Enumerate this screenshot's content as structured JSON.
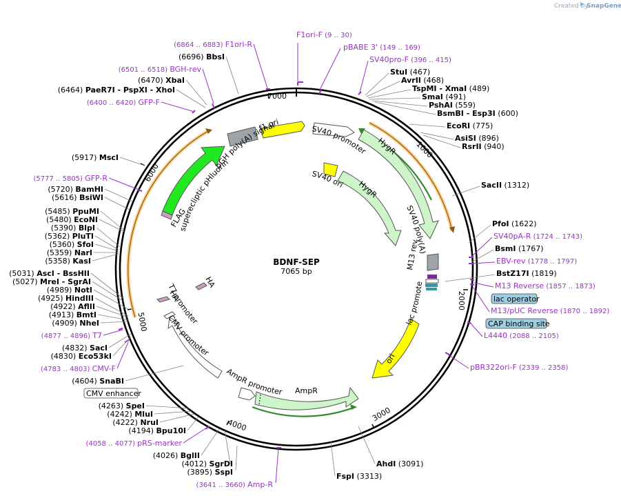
{
  "header": {
    "created_by": "Created by",
    "brand": "SnapGene"
  },
  "plasmid": {
    "name": "BDNF-SEP",
    "length": "7065 bp"
  },
  "ticks": [
    "1000",
    "2000",
    "3000",
    "4000",
    "5000",
    "6000",
    "7000"
  ],
  "features": [
    {
      "id": "bgh",
      "label": "bGH poly(A) signal"
    },
    {
      "id": "f1ori",
      "label": "f1 ori"
    },
    {
      "id": "sv40prom",
      "label": "SV40 promoter"
    },
    {
      "id": "hygr_out",
      "label": "HygR"
    },
    {
      "id": "hygr_in",
      "label": "HygR"
    },
    {
      "id": "sv40ori",
      "label": "SV40 ori"
    },
    {
      "id": "sv40pa",
      "label": "SV40 poly(A) signal"
    },
    {
      "id": "m13rev",
      "label": "M13 rev"
    },
    {
      "id": "lacprom",
      "label": "lac promoter"
    },
    {
      "id": "ori",
      "label": "ori"
    },
    {
      "id": "ampr",
      "label": "AmpR"
    },
    {
      "id": "ampprom",
      "label": "AmpR promoter"
    },
    {
      "id": "cmvprom",
      "label": "CMV promoter"
    },
    {
      "id": "t7prom",
      "label": "T7 promoter"
    },
    {
      "id": "ha1",
      "label": "HA"
    },
    {
      "id": "ha2",
      "label": "HA"
    },
    {
      "id": "phluorin",
      "label": "superecliptic pHluorin"
    },
    {
      "id": "flag",
      "label": "FLAG"
    }
  ],
  "boxed": [
    {
      "id": "lacop",
      "label": "lac operator"
    },
    {
      "id": "cap",
      "label": "CAP binding site"
    },
    {
      "id": "cmvenh",
      "label": "CMV enhancer"
    }
  ],
  "labels": [
    {
      "id": "f1orif",
      "pre": "",
      "name": "F1ori-F",
      "post": "  (9 .. 30)",
      "primer": true
    },
    {
      "id": "pbabe",
      "pre": "",
      "name": "pBABE 3'",
      "post": "  (149 .. 169)",
      "primer": true
    },
    {
      "id": "sv40prof",
      "pre": "",
      "name": "SV40pro-F",
      "post": "  (396 .. 415)",
      "primer": true
    },
    {
      "id": "stui",
      "pre": "",
      "name": "StuI",
      "post": "  (467)"
    },
    {
      "id": "avrii",
      "pre": "",
      "name": "AvrII",
      "post": "  (468)"
    },
    {
      "id": "tspmi",
      "pre": "",
      "name": "TspMI - XmaI",
      "post": "  (489)"
    },
    {
      "id": "smai",
      "pre": "",
      "name": "SmaI",
      "post": "  (491)"
    },
    {
      "id": "pshai",
      "pre": "",
      "name": "PshAI",
      "post": "  (559)"
    },
    {
      "id": "bsmbi",
      "pre": "",
      "name": "BsmBI - Esp3I",
      "post": "  (600)"
    },
    {
      "id": "ecori",
      "pre": "",
      "name": "EcoRI",
      "post": "  (775)"
    },
    {
      "id": "asisi",
      "pre": "",
      "name": "AsiSI",
      "post": "  (896)"
    },
    {
      "id": "rsrii",
      "pre": "",
      "name": "RsrII",
      "post": "  (940)"
    },
    {
      "id": "sacii",
      "pre": "",
      "name": "SacII",
      "post": "  (1312)"
    },
    {
      "id": "pfoi",
      "pre": "",
      "name": "PfoI",
      "post": "  (1622)"
    },
    {
      "id": "sv40par",
      "pre": "",
      "name": "SV40pA-R",
      "post": "  (1724 .. 1743)",
      "primer": true
    },
    {
      "id": "bsmi",
      "pre": "",
      "name": "BsmI",
      "post": "  (1767)"
    },
    {
      "id": "ebvrev",
      "pre": "",
      "name": "EBV-rev",
      "post": "  (1778 .. 1797)",
      "primer": true
    },
    {
      "id": "bstz17i",
      "pre": "",
      "name": "BstZ17I",
      "post": "  (1819)"
    },
    {
      "id": "m13r",
      "pre": "",
      "name": "M13 Reverse",
      "post": "  (1857 .. 1873)",
      "primer": true
    },
    {
      "id": "m13puc",
      "pre": "",
      "name": "M13/pUC Reverse",
      "post": "  (1870 .. 1892)",
      "primer": true
    },
    {
      "id": "l4440",
      "pre": "",
      "name": "L4440",
      "post": "  (2088 .. 2105)",
      "primer": true
    },
    {
      "id": "pbr322",
      "pre": "",
      "name": "pBR322ori-F",
      "post": "  (2339 .. 2358)",
      "primer": true
    },
    {
      "id": "ahdi",
      "pre": "",
      "name": "AhdI",
      "post": "  (3091)"
    },
    {
      "id": "fspi",
      "pre": "",
      "name": "FspI",
      "post": "  (3313)"
    },
    {
      "id": "ampr_p",
      "pre": "(3641 .. 3660)  ",
      "name": "Amp-R",
      "post": "",
      "primer": true
    },
    {
      "id": "sspi",
      "pre": "(3895)  ",
      "name": "SspI",
      "post": ""
    },
    {
      "id": "sgrdi",
      "pre": "(4012)  ",
      "name": "SgrDI",
      "post": ""
    },
    {
      "id": "bglii",
      "pre": "(4026)  ",
      "name": "BglII",
      "post": ""
    },
    {
      "id": "prs",
      "pre": "(4058 .. 4077)  ",
      "name": "pRS-marker",
      "post": "",
      "primer": true
    },
    {
      "id": "bpu10i",
      "pre": "(4194)  ",
      "name": "Bpu10I",
      "post": ""
    },
    {
      "id": "nrui",
      "pre": "(4222)  ",
      "name": "NruI",
      "post": ""
    },
    {
      "id": "mlui",
      "pre": "(4242)  ",
      "name": "MluI",
      "post": ""
    },
    {
      "id": "spei",
      "pre": "(4263)  ",
      "name": "SpeI",
      "post": ""
    },
    {
      "id": "snabi",
      "pre": "(4604)  ",
      "name": "SnaBI",
      "post": ""
    },
    {
      "id": "cmvf",
      "pre": "(4783 .. 4803)  ",
      "name": "CMV-F",
      "post": "",
      "primer": true
    },
    {
      "id": "eco53ki",
      "pre": "(4830)  ",
      "name": "Eco53kI",
      "post": ""
    },
    {
      "id": "saci",
      "pre": "(4832)  ",
      "name": "SacI",
      "post": ""
    },
    {
      "id": "t7",
      "pre": "(4877 .. 4896)  ",
      "name": "T7",
      "post": "",
      "primer": true
    },
    {
      "id": "nhei",
      "pre": "(4909)  ",
      "name": "NheI",
      "post": ""
    },
    {
      "id": "bmti",
      "pre": "(4913)  ",
      "name": "BmtI",
      "post": ""
    },
    {
      "id": "aflii",
      "pre": "(4922)  ",
      "name": "AflII",
      "post": ""
    },
    {
      "id": "hindiii",
      "pre": "(4925)  ",
      "name": "HindIII",
      "post": ""
    },
    {
      "id": "noti",
      "pre": "(4989)  ",
      "name": "NotI",
      "post": ""
    },
    {
      "id": "brei",
      "pre": "(5027)  ",
      "name": "MreI - SgrAI",
      "post": ""
    },
    {
      "id": "asci",
      "pre": "(5031)  ",
      "name": "AscI - BssHII",
      "post": ""
    },
    {
      "id": "kasi",
      "pre": "(5358)  ",
      "name": "KasI",
      "post": ""
    },
    {
      "id": "nari",
      "pre": "(5359)  ",
      "name": "NarI",
      "post": ""
    },
    {
      "id": "sfoi",
      "pre": "(5360)  ",
      "name": "SfoI",
      "post": ""
    },
    {
      "id": "pluti",
      "pre": "(5362)  ",
      "name": "PluTI",
      "post": ""
    },
    {
      "id": "blpi",
      "pre": "(5390)  ",
      "name": "BlpI",
      "post": ""
    },
    {
      "id": "econi",
      "pre": "(5480)  ",
      "name": "EcoNI",
      "post": ""
    },
    {
      "id": "ppumi",
      "pre": "(5485)  ",
      "name": "PpuMI",
      "post": ""
    },
    {
      "id": "bsiwi",
      "pre": "(5616)  ",
      "name": "BsiWI",
      "post": ""
    },
    {
      "id": "bamhi",
      "pre": "(5720)  ",
      "name": "BamHI",
      "post": ""
    },
    {
      "id": "gfpr",
      "pre": "(5777 .. 5805)  ",
      "name": "GFP-R",
      "post": "",
      "primer": true
    },
    {
      "id": "msci",
      "pre": "(5917)  ",
      "name": "MscI",
      "post": ""
    },
    {
      "id": "gfpf",
      "pre": "(6400 .. 6420)  ",
      "name": "GFP-F",
      "post": "",
      "primer": true
    },
    {
      "id": "paer7i",
      "pre": "(6464)  ",
      "name": "PaeR7I - PspXI - XhoI",
      "post": ""
    },
    {
      "id": "xbai",
      "pre": "(6470)  ",
      "name": "XbaI",
      "post": ""
    },
    {
      "id": "bghrev",
      "pre": "(6501 .. 6518)  ",
      "name": "BGH-rev",
      "post": "",
      "primer": true
    },
    {
      "id": "bbsi",
      "pre": "(6696)  ",
      "name": "BbsI",
      "post": ""
    },
    {
      "id": "f1orir",
      "pre": "(6864 .. 6883)  ",
      "name": "F1ori-R",
      "post": "",
      "primer": true
    }
  ],
  "colors": {
    "gray": "#a0a4a8",
    "yellow": "#ffff00",
    "lightgreen": "#cdf5c9",
    "green": "#22e822",
    "primer": "#9b30c8",
    "orange": "#f5a623",
    "boxfill": "#9ecfe0"
  }
}
